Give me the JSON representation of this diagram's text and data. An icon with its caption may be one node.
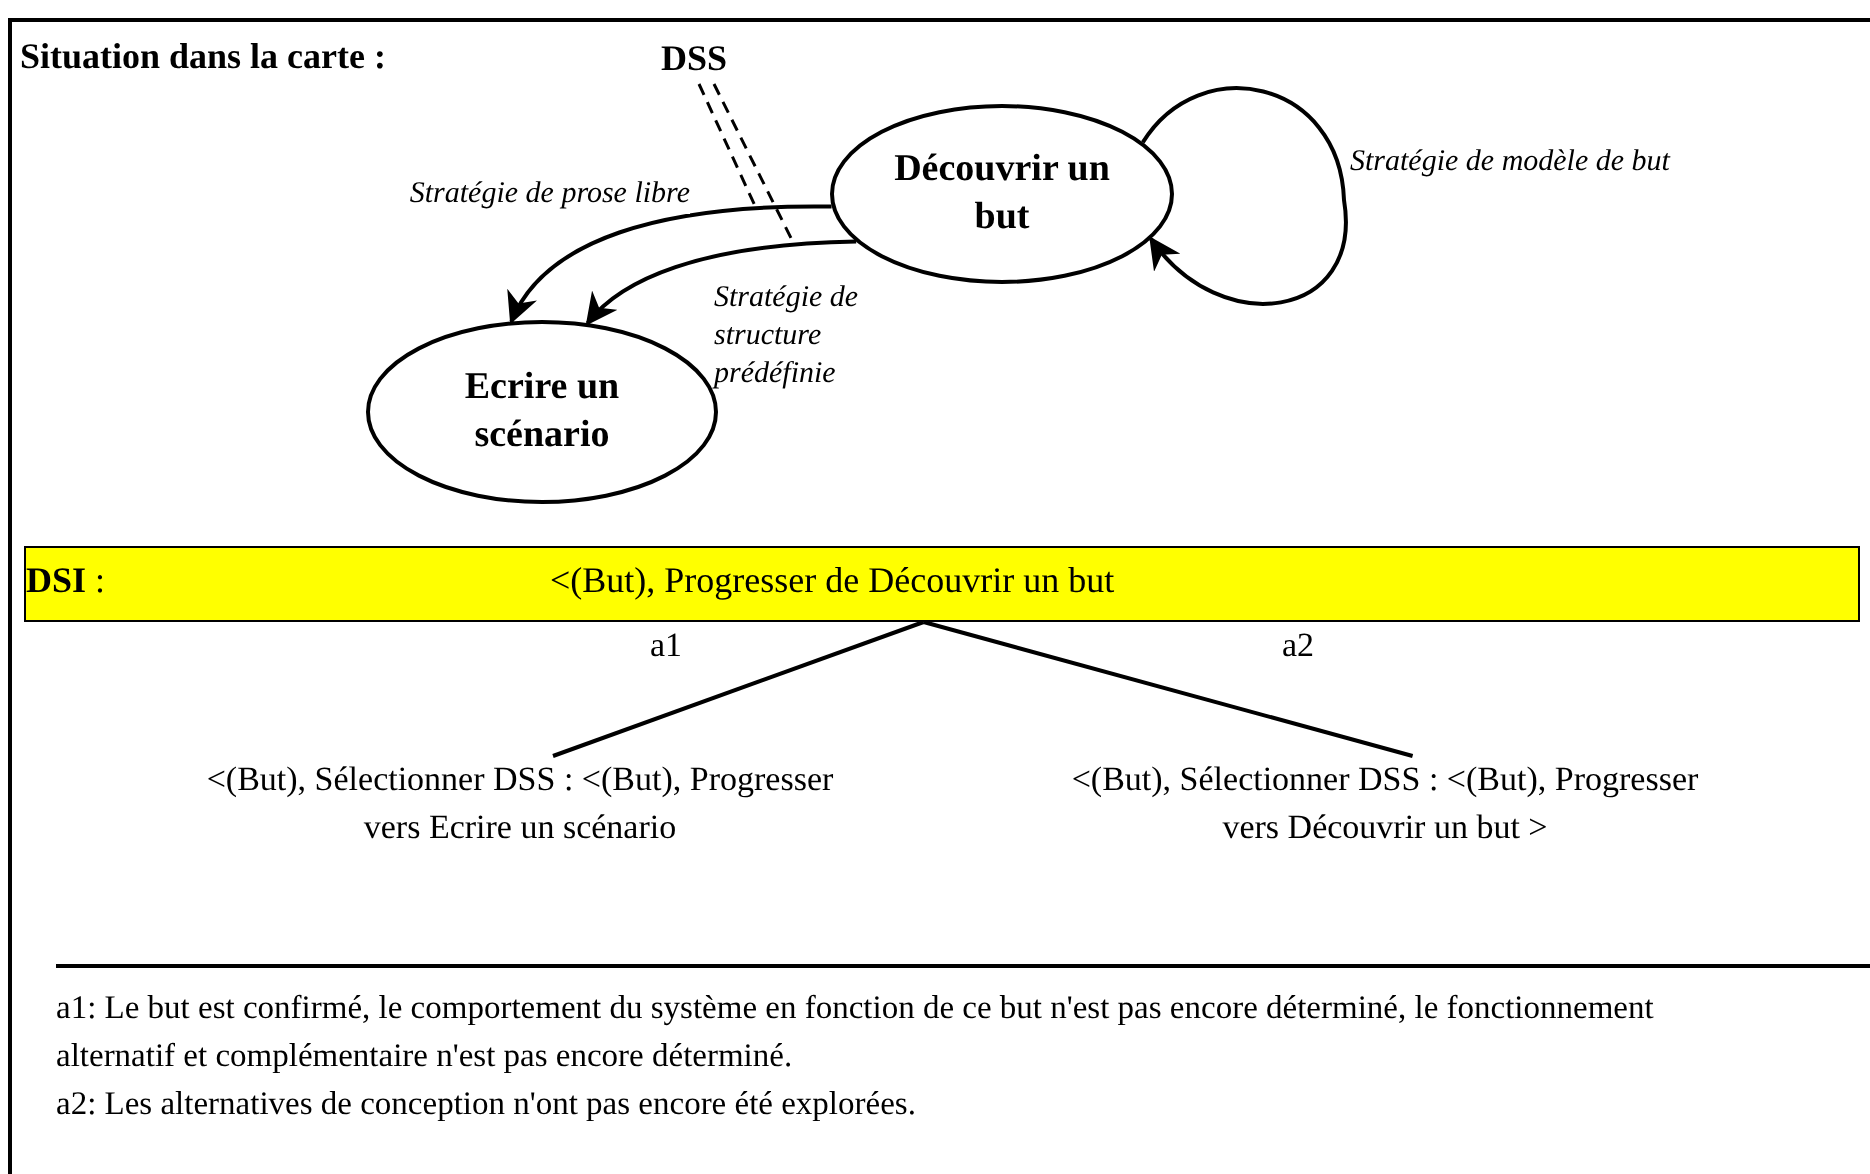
{
  "diagram": {
    "nodes": [
      {
        "text": [
          "DSS"
        ]
      },
      {
        "text": [
          "Découvrir un but"
        ]
      },
      {
        "text": [
          "Ecrire un scénario"
        ]
      },
      {
        "text": [
          "**DSI** :",
          "<(But), Progresser de Découvrir un but"
        ]
      },
      {
        "text": [
          "<(But), Sélectionner DSS : <(But), Progresser vers Ecrire un scénario"
        ]
      },
      {
        "text": [
          "<(But), Sélectionner DSS : <(But), Progresser vers Découvrir un but >"
        ]
      }
    ],
    "edges": [
      {
        "from": 1,
        "to": 2,
        "arrow": "to",
        "label": "Stratégie de prose libre"
      },
      {
        "from": 1,
        "to": 2,
        "arrow": "to",
        "label": "Stratégie de structure prédéfinie"
      },
      {
        "from": 1,
        "to": 1,
        "arrow": "to",
        "label": "Stratégie de modèle de but"
      },
      {
        "from": 0,
        "to": null,
        "arrow": "none",
        "style": "dashed"
      },
      {
        "from": 0,
        "to": null,
        "arrow": "none",
        "style": "dashed"
      },
      {
        "from": 3,
        "to": 4,
        "arrow": "none",
        "label": "a1"
      },
      {
        "from": 3,
        "to": 5,
        "arrow": "none",
        "label": "a2"
      }
    ],
    "labels": [
      "Situation dans la carte :",
      "a1: Le but est confirmé, le comportement du système en fonction de ce but n'est pas encore déterminé, le fonctionnement alternatif et complémentaire n'est pas encore déterminé.",
      "a2: Les alternatives de conception n'ont pas encore été explorées."
    ]
  }
}
